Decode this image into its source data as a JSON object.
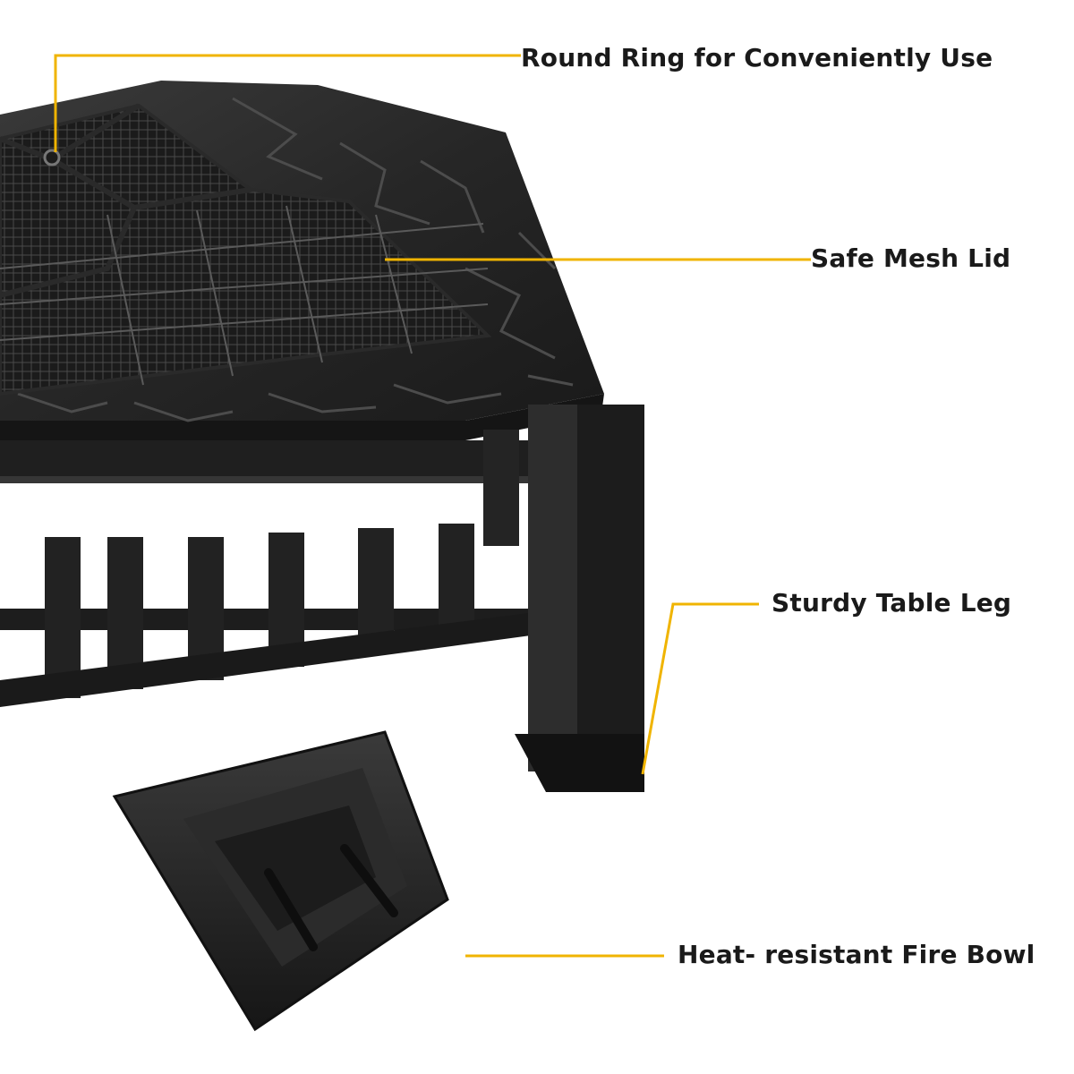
{
  "callouts": {
    "ring": "Round Ring for Conveniently Use",
    "lid": "Safe Mesh Lid",
    "leg": "Sturdy Table Leg",
    "bowl": "Heat- resistant Fire Bowl"
  },
  "colors": {
    "leader_line": "#f0b400",
    "metal_dark": "#1e1e1e",
    "metal_mid": "#2c2c2c",
    "background": "#ffffff"
  }
}
